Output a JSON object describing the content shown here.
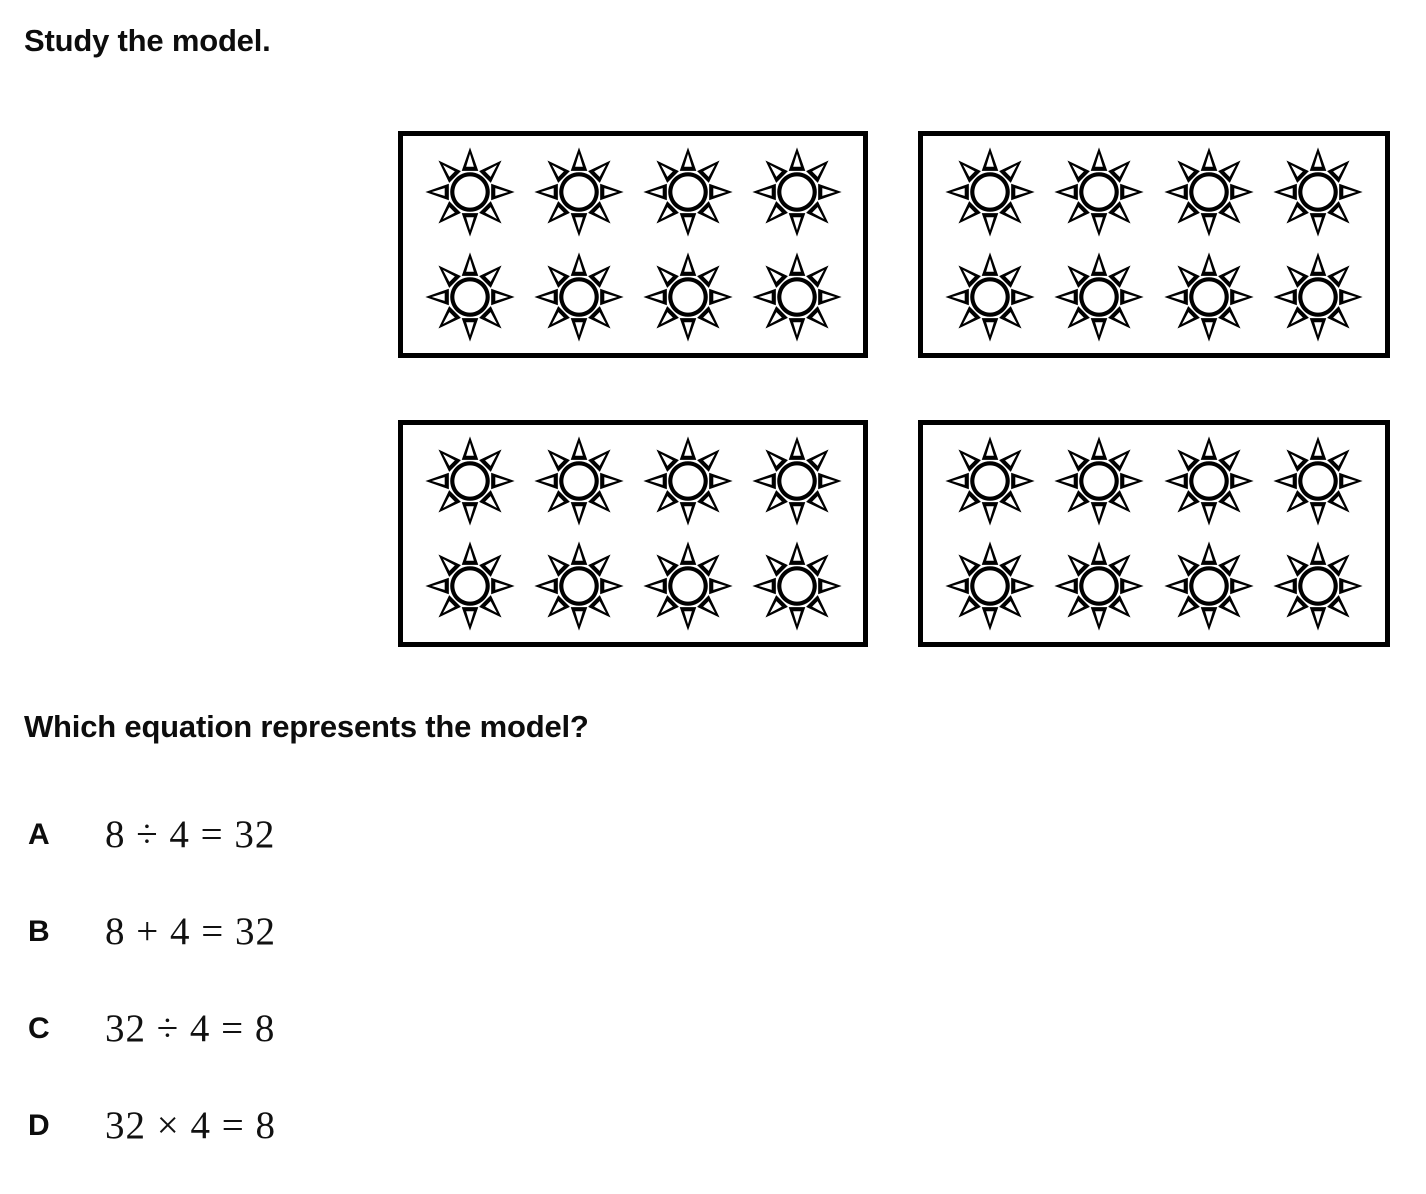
{
  "page": {
    "background_color": "#ffffff",
    "text_color": "#0d0d0d"
  },
  "study_heading": "Study the model.",
  "question_heading": "Which equation represents the model?",
  "model": {
    "icon_name": "sun-icon",
    "icon_description": "eight-pointed sun with hollow center circle",
    "group_count": 4,
    "items_per_group": 8,
    "rows_per_group": 2,
    "columns_per_group": 4,
    "total_items": 32,
    "border_color": "#000000",
    "boxes": [
      {
        "label": "group-1",
        "count": 8
      },
      {
        "label": "group-2",
        "count": 8
      },
      {
        "label": "group-3",
        "count": 8
      },
      {
        "label": "group-4",
        "count": 8
      }
    ]
  },
  "choices": [
    {
      "letter": "A",
      "equation": "8 ÷ 4 = 32"
    },
    {
      "letter": "B",
      "equation": "8 + 4 = 32"
    },
    {
      "letter": "C",
      "equation": "32 ÷ 4 = 8"
    },
    {
      "letter": "D",
      "equation": "32 × 4 = 8"
    }
  ]
}
